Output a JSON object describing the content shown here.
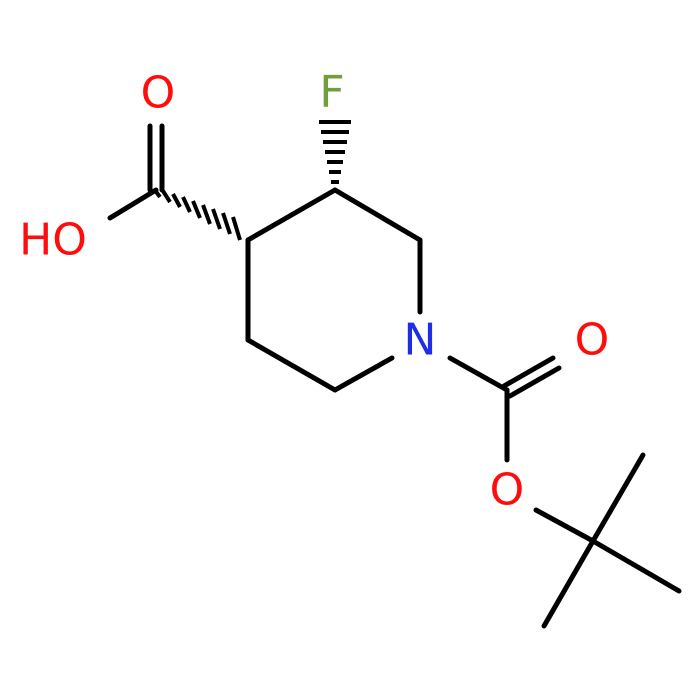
{
  "atoms": {
    "fluorine": {
      "text": "F",
      "color": "#6f9e3b"
    },
    "acid_carbonyl_oxygen": {
      "text": "O",
      "color": "#ff0d0d"
    },
    "hydroxyl": {
      "text": "HO",
      "color": "#ff0d0d"
    },
    "ring_nitrogen": {
      "text": "N",
      "color": "#1f2ee5"
    },
    "carbamate_carbonyl_oxygen": {
      "text": "O",
      "color": "#ff0d0d"
    },
    "ester_oxygen": {
      "text": "O",
      "color": "#ff0d0d"
    }
  },
  "bond_color": "#000000"
}
